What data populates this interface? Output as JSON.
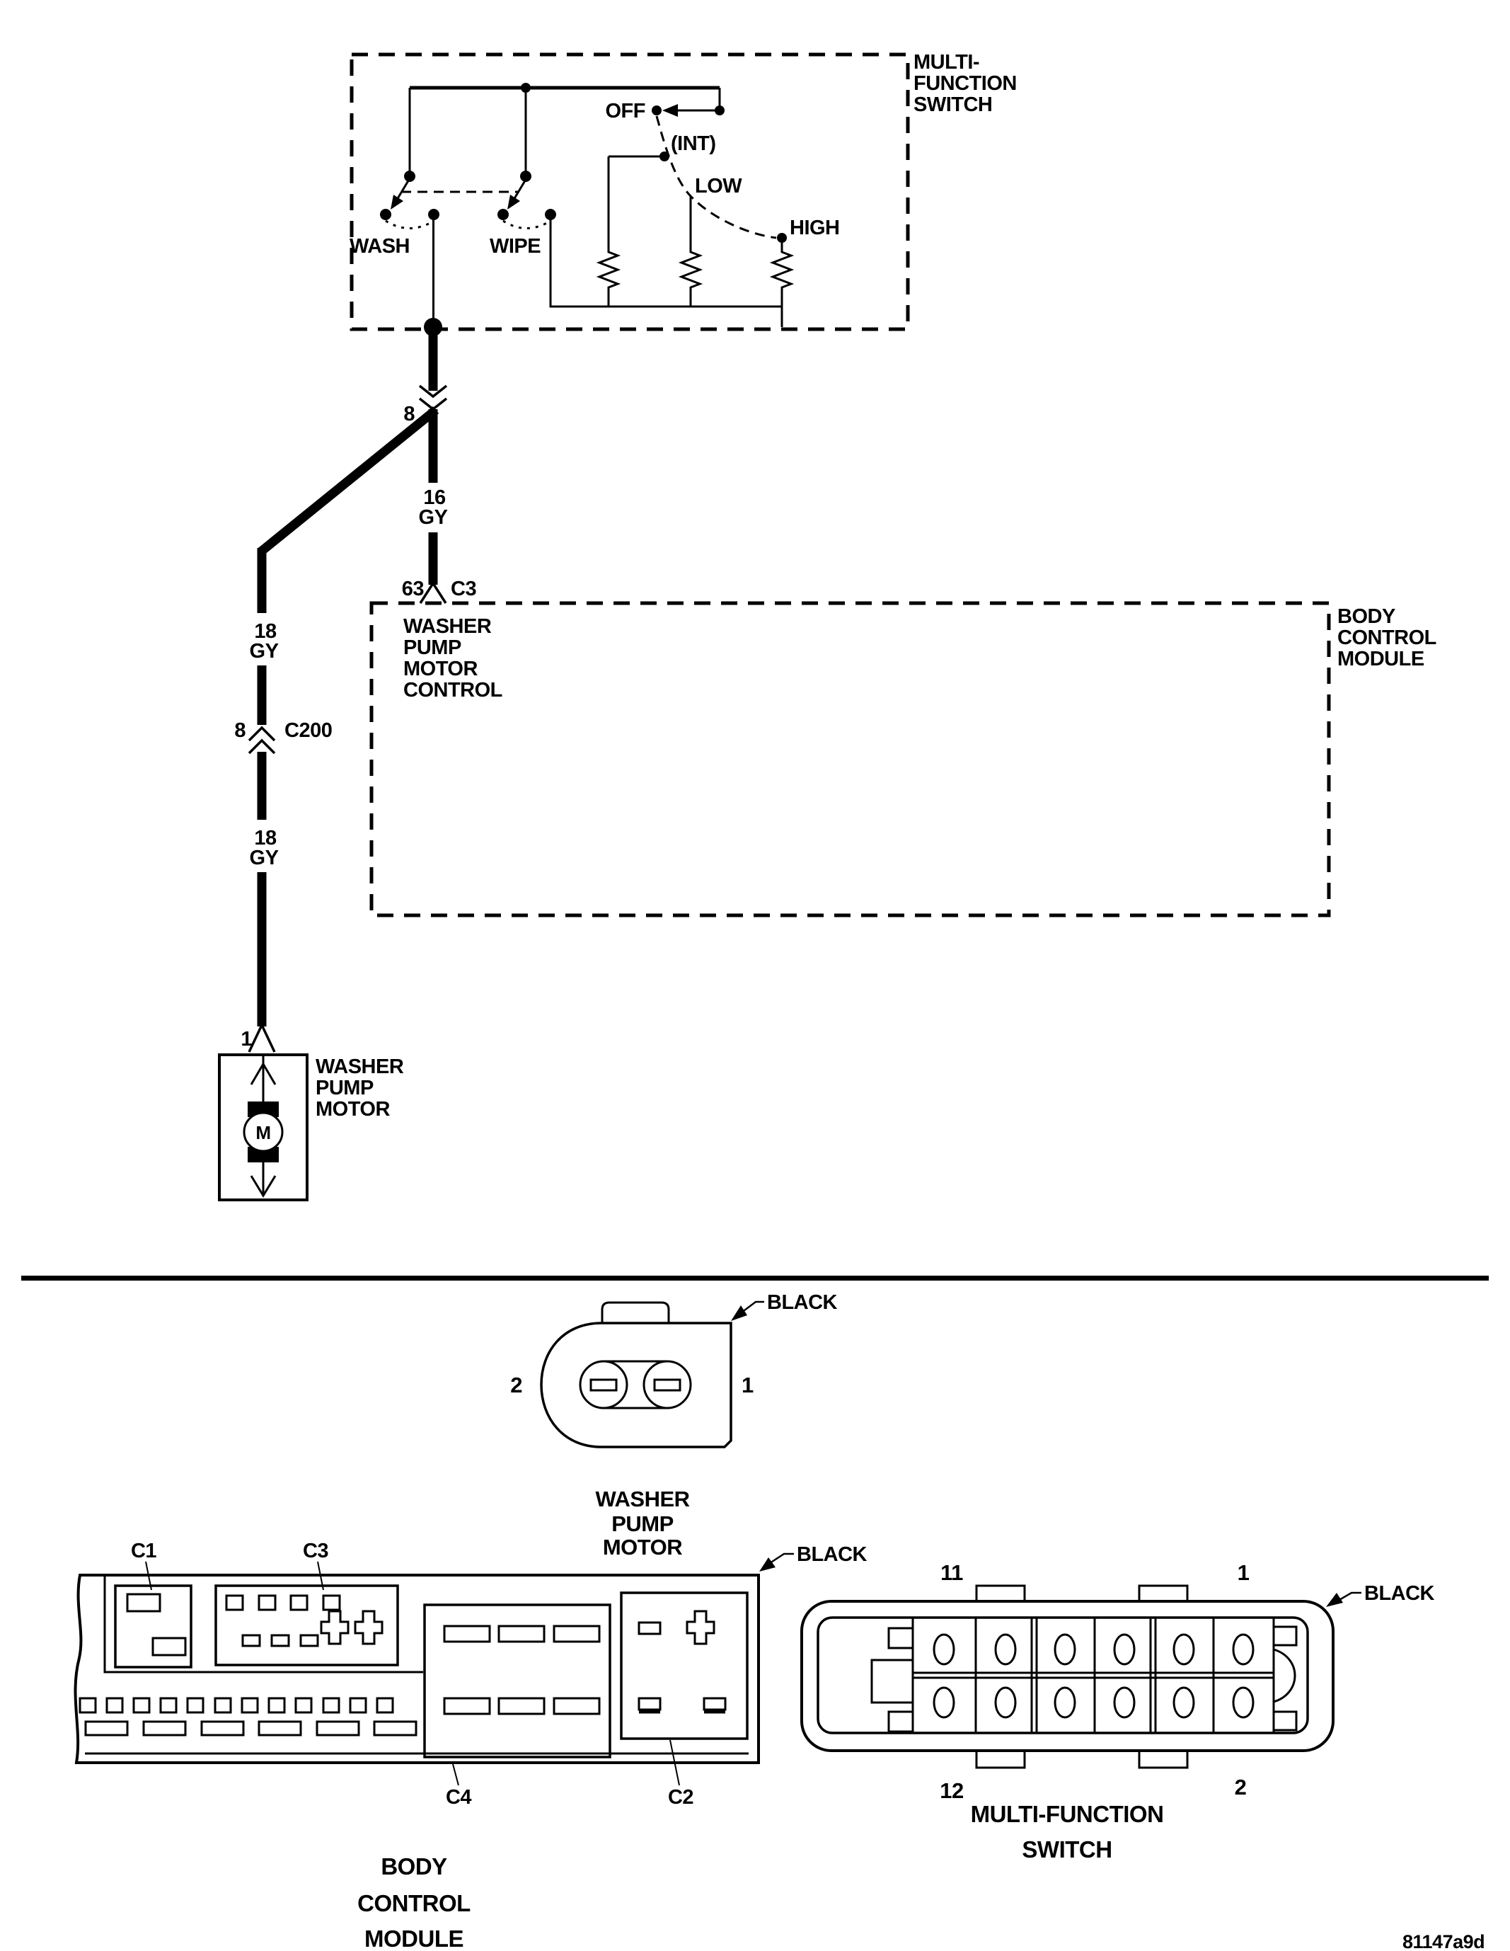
{
  "page": {
    "background": "#ffffff",
    "line_color": "#000000"
  },
  "schematic": {
    "multi_function_switch": {
      "label_lines": [
        "MULTI-",
        "FUNCTION",
        "SWITCH"
      ],
      "wash_label": "WASH",
      "wipe_label": "WIPE",
      "off_label": "OFF",
      "int_label": "(INT)",
      "low_label": "LOW",
      "high_label": "HIGH"
    },
    "splice": {
      "pin": "8"
    },
    "wire_switch_to_bcm": {
      "gauge": "16",
      "color_code": "GY"
    },
    "bcm": {
      "pin": "63",
      "connector": "C3",
      "circuit_lines": [
        "WASHER",
        "PUMP",
        "MOTOR",
        "CONTROL"
      ],
      "label_lines": [
        "BODY",
        "CONTROL",
        "MODULE"
      ]
    },
    "wire_bcm_to_c200": {
      "gauge": "18",
      "color_code": "GY"
    },
    "c200": {
      "pin": "8",
      "connector": "C200"
    },
    "wire_c200_to_motor": {
      "gauge": "18",
      "color_code": "GY"
    },
    "washer_pump_motor": {
      "pin": "1",
      "label_lines": [
        "WASHER",
        "PUMP",
        "MOTOR"
      ],
      "motor_symbol": "M"
    }
  },
  "connector_views": {
    "washer_pump_motor": {
      "color": "BLACK",
      "pin_left": "2",
      "pin_right": "1",
      "caption_lines": [
        "WASHER",
        "PUMP",
        "MOTOR"
      ]
    },
    "body_control_module": {
      "color": "BLACK",
      "cavity_labels": {
        "c1": "C1",
        "c3": "C3",
        "c4": "C4",
        "c2": "C2"
      },
      "caption_lines": [
        "BODY",
        "CONTROL",
        "MODULE"
      ]
    },
    "multi_function_switch": {
      "color": "BLACK",
      "pin_top_left": "11",
      "pin_top_right": "1",
      "pin_bottom_left": "12",
      "pin_bottom_right": "2",
      "caption_lines": [
        "MULTI-FUNCTION",
        "SWITCH"
      ]
    }
  },
  "footer": {
    "diagram_id": "81147a9d"
  }
}
